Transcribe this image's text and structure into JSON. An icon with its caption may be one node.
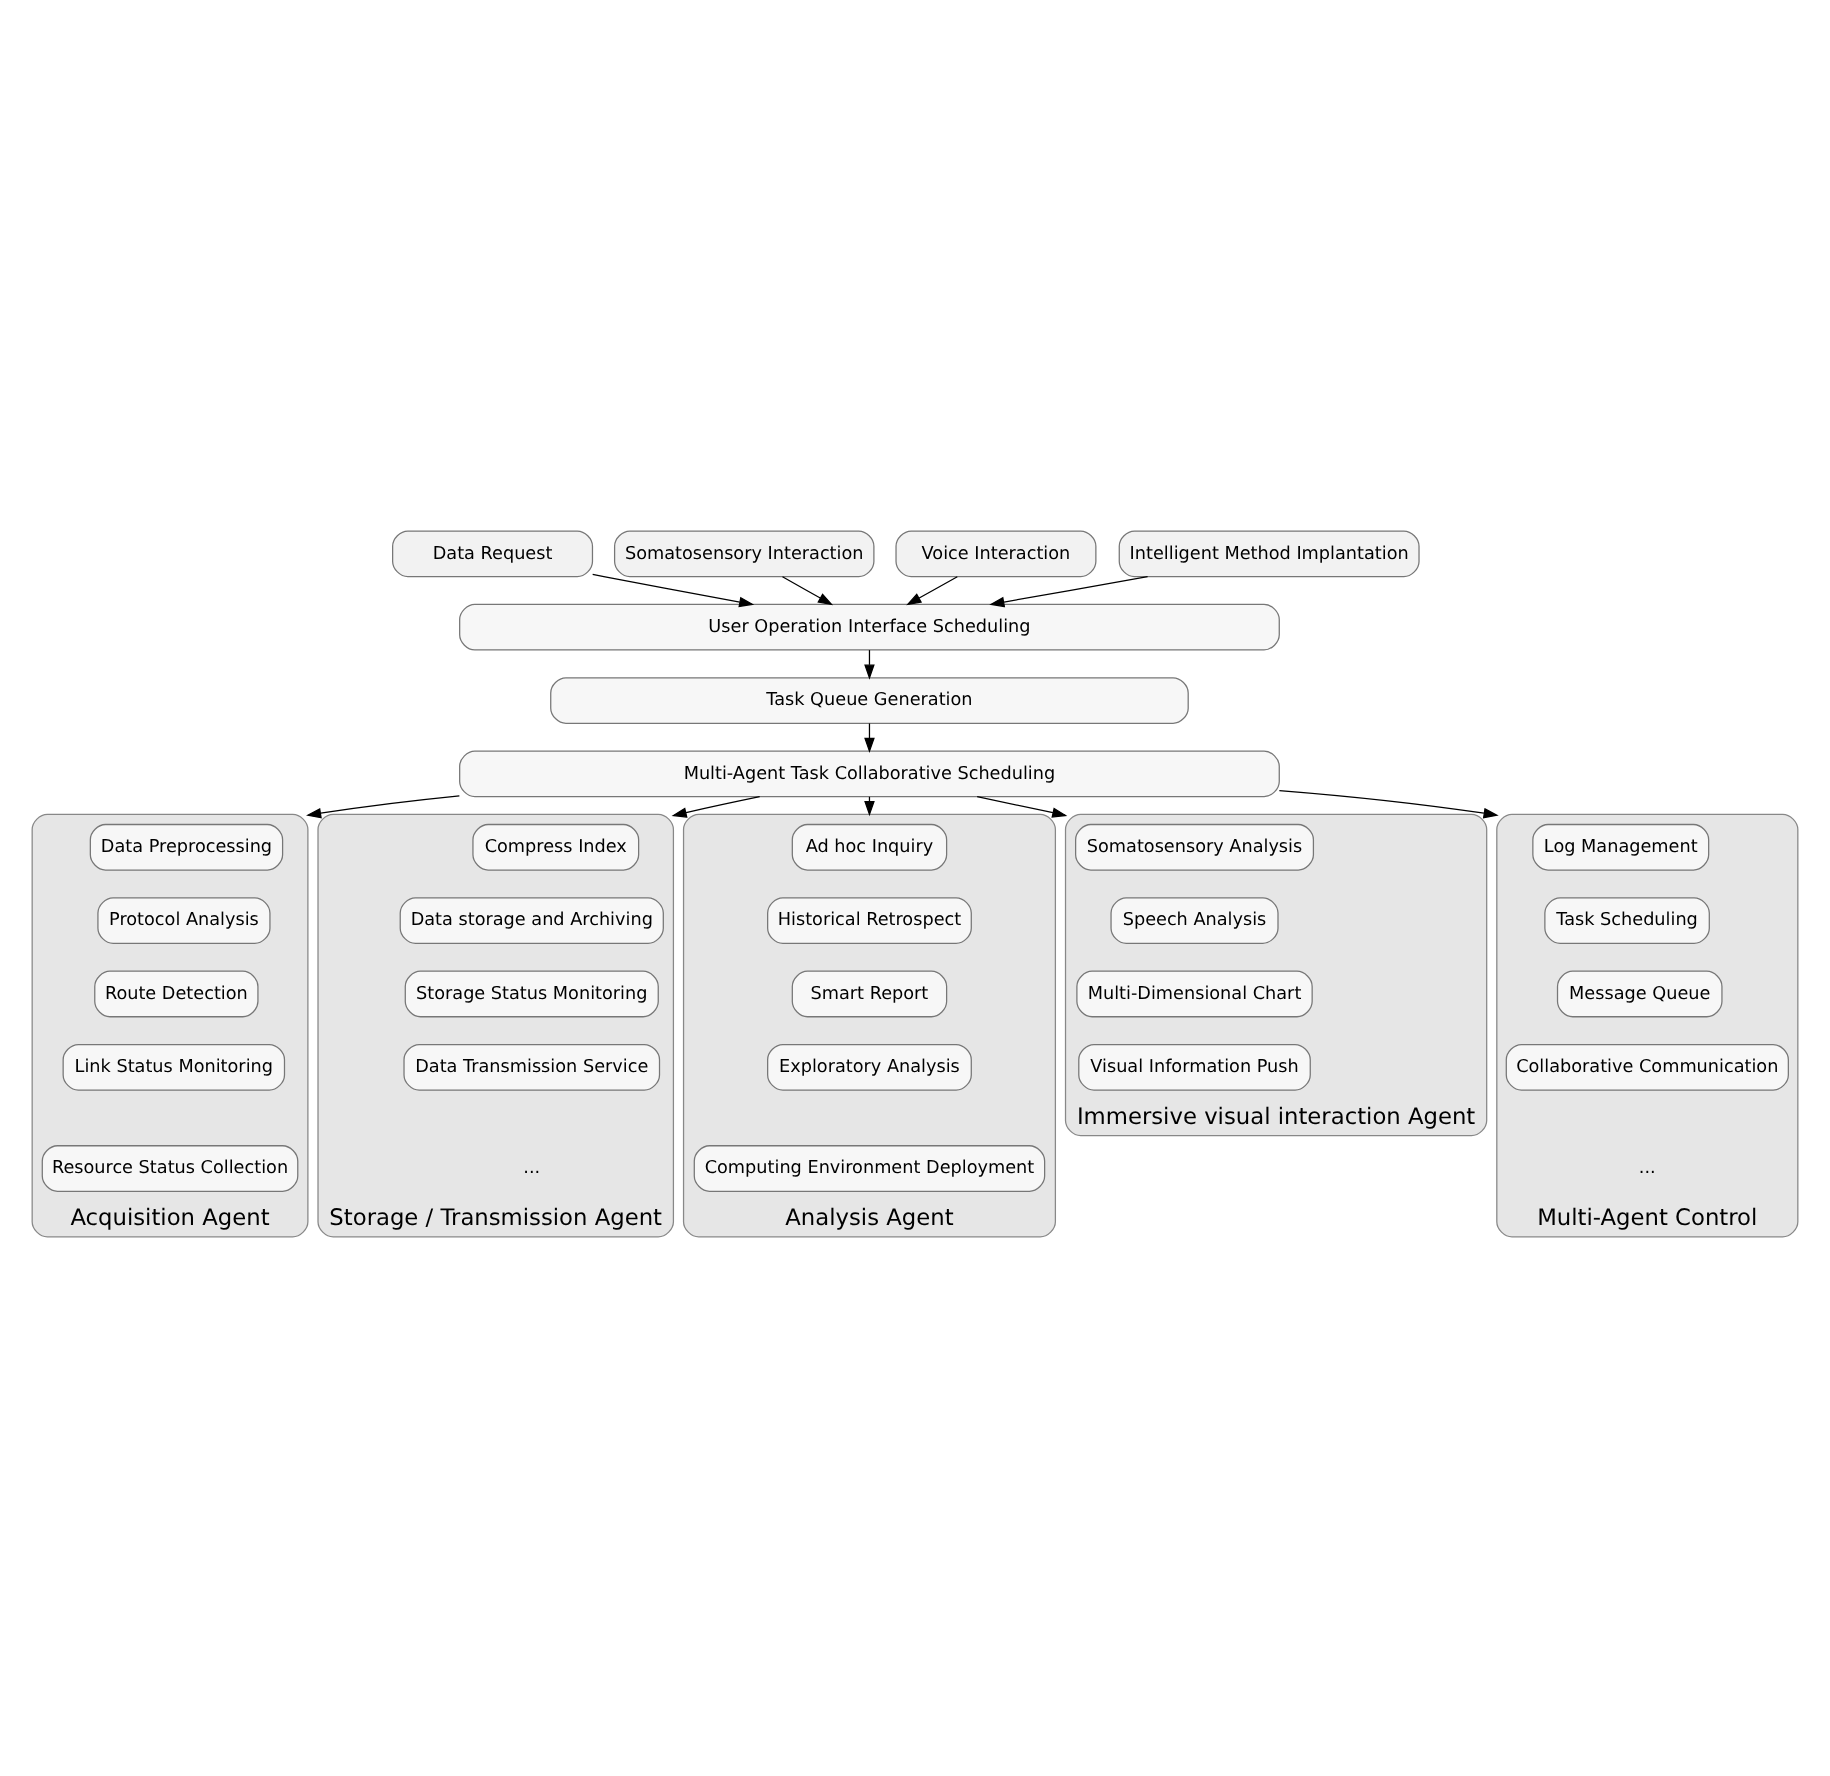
{
  "diagram": {
    "nodes": [
      {
        "text": [
          "Data Request"
        ]
      },
      {
        "text": [
          "Somatosensory Interaction"
        ]
      },
      {
        "text": [
          "Voice Interaction"
        ]
      },
      {
        "text": [
          "Intelligent Method Implantation"
        ]
      },
      {
        "text": [
          "User Operation Interface Scheduling"
        ]
      },
      {
        "text": [
          "Task Queue Generation"
        ]
      },
      {
        "text": [
          "Multi-Agent Task Collaborative Scheduling"
        ]
      },
      {
        "text": [
          "Acquisition Agent"
        ]
      },
      {
        "text": [
          "Data Preprocessing"
        ],
        "in": 7
      },
      {
        "text": [
          "Protocol Analysis"
        ],
        "in": 7
      },
      {
        "text": [
          "Route Detection"
        ],
        "in": 7
      },
      {
        "text": [
          "Link Status Monitoring"
        ],
        "in": 7
      },
      {
        "text": [
          "Resource Status Collection"
        ],
        "in": 7
      },
      {
        "text": [
          "Storage / Transmission Agent"
        ]
      },
      {
        "text": [
          "Compress Index"
        ],
        "in": 13
      },
      {
        "text": [
          "Data storage and Archiving"
        ],
        "in": 13
      },
      {
        "text": [
          "Storage Status Monitoring"
        ],
        "in": 13
      },
      {
        "text": [
          "Data Transmission Service"
        ],
        "in": 13
      },
      {
        "text": [
          "..."
        ],
        "in": 13
      },
      {
        "text": [
          "Analysis Agent"
        ]
      },
      {
        "text": [
          "Ad hoc Inquiry"
        ],
        "in": 19
      },
      {
        "text": [
          "Historical Retrospect"
        ],
        "in": 19
      },
      {
        "text": [
          "Smart Report"
        ],
        "in": 19
      },
      {
        "text": [
          "Exploratory Analysis"
        ],
        "in": 19
      },
      {
        "text": [
          "Computing Environment Deployment"
        ],
        "in": 19
      },
      {
        "text": [
          "Immersive visual interaction Agent"
        ]
      },
      {
        "text": [
          "Somatosensory Analysis"
        ],
        "in": 25
      },
      {
        "text": [
          "Speech Analysis"
        ],
        "in": 25
      },
      {
        "text": [
          "Multi-Dimensional Chart"
        ],
        "in": 25
      },
      {
        "text": [
          "Visual Information Push"
        ],
        "in": 25
      },
      {
        "text": [
          "Multi-Agent Control"
        ]
      },
      {
        "text": [
          "Log Management"
        ],
        "in": 30
      },
      {
        "text": [
          "Task Scheduling"
        ],
        "in": 30
      },
      {
        "text": [
          "Message Queue"
        ],
        "in": 30
      },
      {
        "text": [
          "Collaborative Communication"
        ],
        "in": 30
      },
      {
        "text": [
          "..."
        ],
        "in": 30
      }
    ],
    "edges": [
      {
        "from": 0,
        "to": 4,
        "arrow": "to"
      },
      {
        "from": 1,
        "to": 4,
        "arrow": "to"
      },
      {
        "from": 2,
        "to": 4,
        "arrow": "to"
      },
      {
        "from": 3,
        "to": 4,
        "arrow": "to"
      },
      {
        "from": 4,
        "to": 5,
        "arrow": "to"
      },
      {
        "from": 5,
        "to": 6,
        "arrow": "to"
      },
      {
        "from": 6,
        "to": 7,
        "arrow": "to"
      },
      {
        "from": 6,
        "to": 13,
        "arrow": "to"
      },
      {
        "from": 6,
        "to": 19,
        "arrow": "to"
      },
      {
        "from": 6,
        "to": 25,
        "arrow": "to"
      },
      {
        "from": 6,
        "to": 30,
        "arrow": "to"
      }
    ]
  }
}
